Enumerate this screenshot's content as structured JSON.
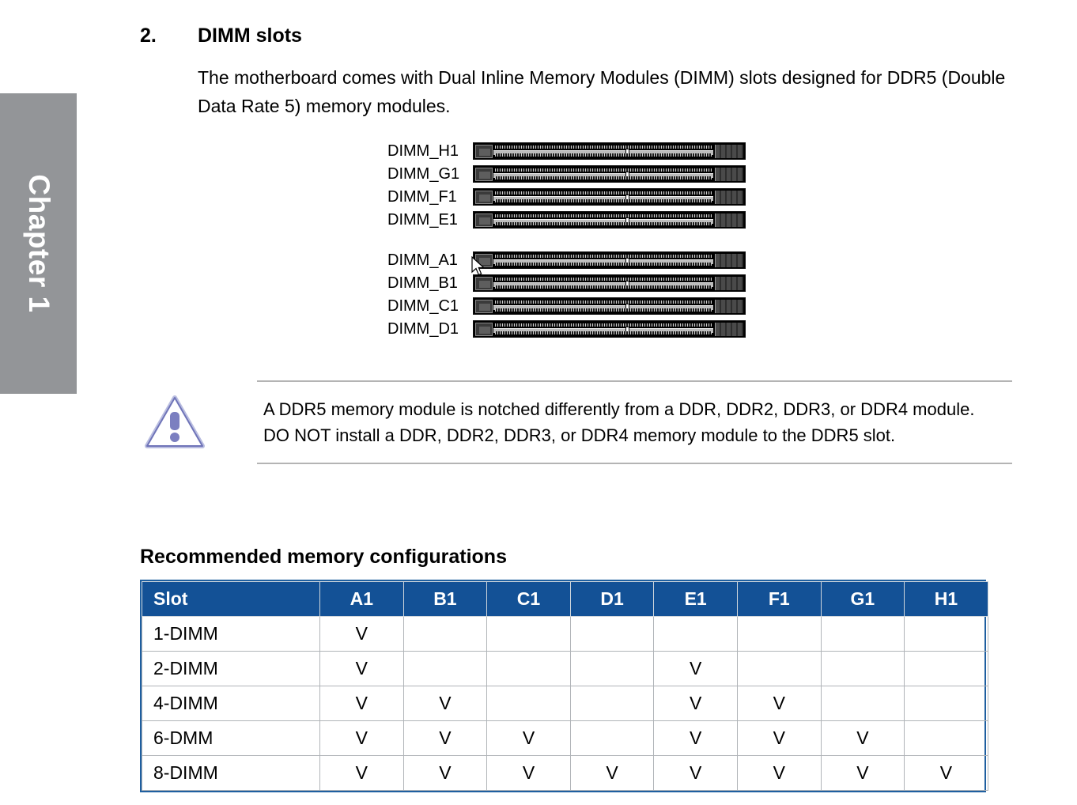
{
  "chapter_tab": {
    "label": "Chapter 1",
    "background_color": "#939598",
    "text_color": "#ffffff"
  },
  "section": {
    "number": "2.",
    "title": "DIMM slots",
    "paragraph": "The motherboard comes with Dual Inline Memory Modules (DIMM) slots designed for DDR5 (Double Data Rate 5) memory modules."
  },
  "dimm_diagram": {
    "slots": [
      {
        "label": "DIMM_H1",
        "gap_after": false
      },
      {
        "label": "DIMM_G1",
        "gap_after": false
      },
      {
        "label": "DIMM_F1",
        "gap_after": false
      },
      {
        "label": "DIMM_E1",
        "gap_after": true
      },
      {
        "label": "DIMM_A1",
        "gap_after": false
      },
      {
        "label": "DIMM_B1",
        "gap_after": false
      },
      {
        "label": "DIMM_C1",
        "gap_after": false
      },
      {
        "label": "DIMM_D1",
        "gap_after": false
      }
    ]
  },
  "note": {
    "icon": "warning-triangle-icon",
    "icon_color": "#7b7fc0",
    "text": "A DDR5 memory module is notched differently from a DDR, DDR2, DDR3, or DDR4 module. DO NOT install a DDR, DDR2, DDR3, or DDR4 memory module to the DDR5 slot."
  },
  "config": {
    "heading": "Recommended memory configurations",
    "header_color": "#135196",
    "columns": [
      "Slot",
      "A1",
      "B1",
      "C1",
      "D1",
      "E1",
      "F1",
      "G1",
      "H1"
    ],
    "mark": "V",
    "rows": [
      {
        "label": "1-DIMM",
        "marks": [
          "V",
          "",
          "",
          "",
          "",
          "",
          "",
          ""
        ]
      },
      {
        "label": "2-DIMM",
        "marks": [
          "V",
          "",
          "",
          "",
          "V",
          "",
          "",
          ""
        ]
      },
      {
        "label": "4-DIMM",
        "marks": [
          "V",
          "V",
          "",
          "",
          "V",
          "V",
          "",
          ""
        ]
      },
      {
        "label": "6-DMM",
        "marks": [
          "V",
          "V",
          "V",
          "",
          "V",
          "V",
          "V",
          ""
        ]
      },
      {
        "label": "8-DIMM",
        "marks": [
          "V",
          "V",
          "V",
          "V",
          "V",
          "V",
          "V",
          "V"
        ]
      }
    ]
  },
  "cursor": {
    "type": "arrow-pointer"
  }
}
